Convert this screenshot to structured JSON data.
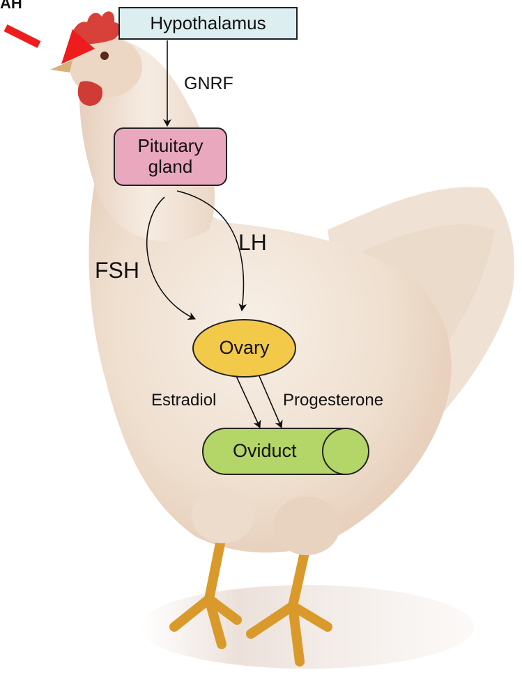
{
  "diagram": {
    "corner_text": "AH",
    "nodes": {
      "hypothalamus": "Hypothalamus",
      "pituitary": "Pituitary\ngland",
      "ovary": "Ovary",
      "oviduct": "Oviduct"
    },
    "edges": {
      "gnrf": "GNRF",
      "fsh": "FSH",
      "lh": "LH",
      "estradiol": "Estradiol",
      "progesterone": "Progesterone"
    }
  },
  "colors": {
    "hypothalamus_fill": "#dceef0",
    "pituitary_fill": "#eaa8bf",
    "ovary_fill": "#f3c949",
    "oviduct_fill": "#b4d567",
    "pointer_red": "#ee1c1c",
    "hen_body": "#eedccb",
    "comb_red": "#d8413a",
    "leg_yellow": "#d99a2b"
  },
  "icons": {
    "pointer": "red-arrowhead-icon",
    "hen": "hen-illustration"
  }
}
